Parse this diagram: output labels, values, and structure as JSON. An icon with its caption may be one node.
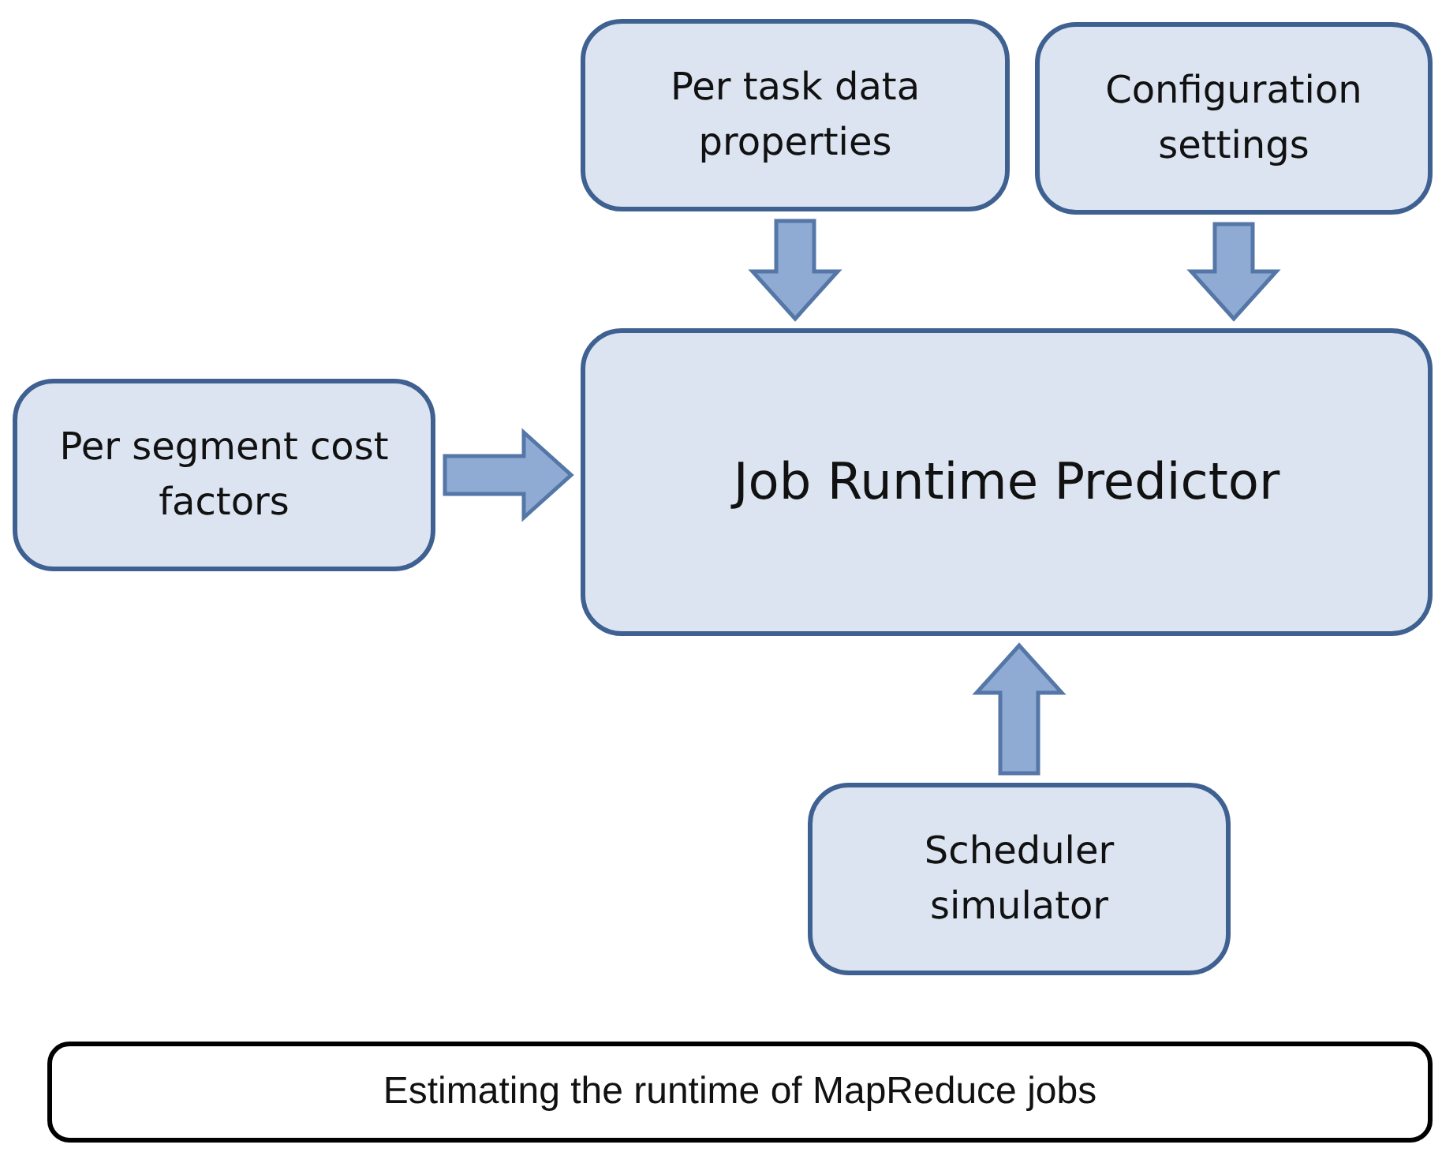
{
  "diagram": {
    "nodes": [
      {
        "text": [
          "Per task data properties"
        ]
      },
      {
        "text": [
          "Configuration settings"
        ]
      },
      {
        "text": [
          "Per segment cost factors"
        ]
      },
      {
        "text": [
          "Job Runtime Predictor"
        ]
      },
      {
        "text": [
          "Scheduler simulator"
        ]
      },
      {
        "text": [
          "Estimating the runtime of MapReduce jobs"
        ]
      }
    ],
    "edges": [
      {
        "from": 0,
        "to": 3,
        "arrow": "to",
        "style": "thick"
      },
      {
        "from": 1,
        "to": 3,
        "arrow": "to",
        "style": "thick"
      },
      {
        "from": 2,
        "to": 3,
        "arrow": "to",
        "style": "thick"
      },
      {
        "from": 4,
        "to": 3,
        "arrow": "to",
        "style": "thick"
      }
    ]
  }
}
